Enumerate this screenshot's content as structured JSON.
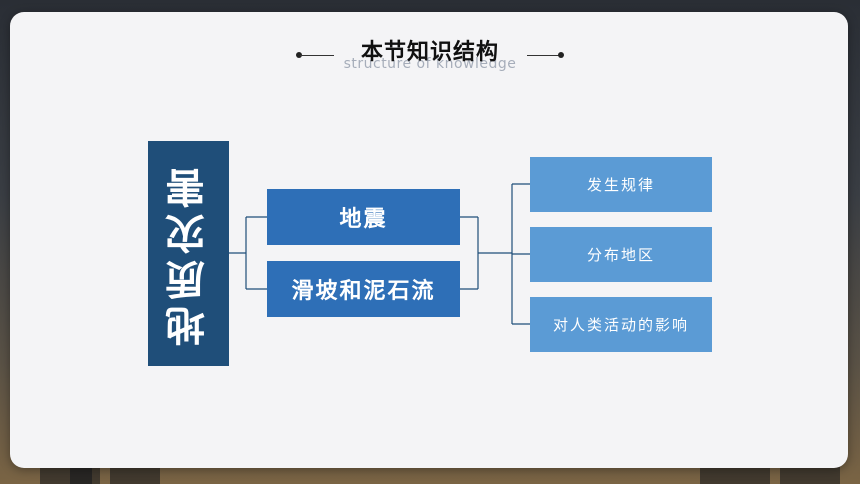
{
  "slide": {
    "title": "本节知识结构",
    "subtitle": "structure of knowledge",
    "root": "地质灾害",
    "topics": [
      "地震",
      "滑坡和泥石流"
    ],
    "aspects": [
      "发生规律",
      "分布地区",
      "对人类活动的影响"
    ]
  }
}
